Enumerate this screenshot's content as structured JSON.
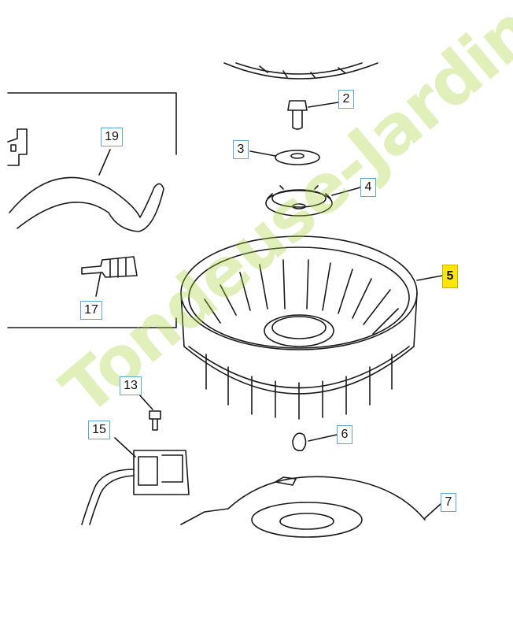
{
  "watermark": {
    "text": "Tondeuse-Jardin.com"
  },
  "callouts": {
    "c2": "2",
    "c3": "3",
    "c4": "4",
    "c5": "5",
    "c6": "6",
    "c7": "7",
    "c13": "13",
    "c15": "15",
    "c17": "17",
    "c19": "19"
  },
  "colors": {
    "line": "#1a1a1a",
    "callout_border": "#5fa8c8",
    "highlight": "#ffe600",
    "watermark": "#aad23c"
  }
}
